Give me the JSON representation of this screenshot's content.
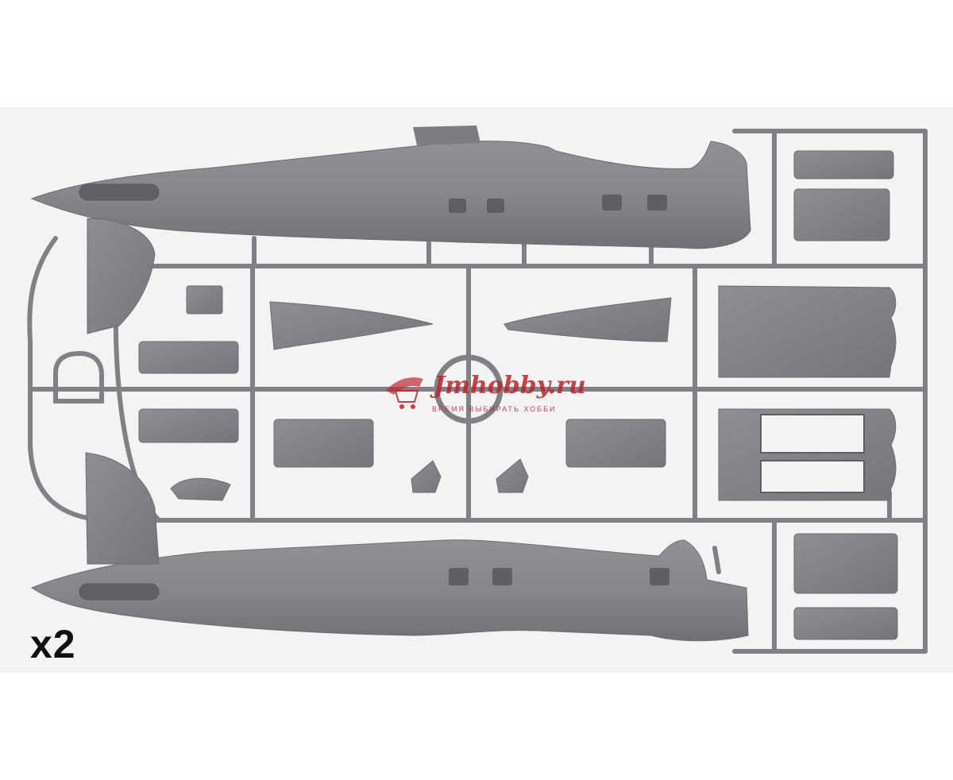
{
  "image": {
    "subject": "plastic-model-sprue",
    "colors": {
      "background": "#ffffff",
      "band": "#f3f3f4",
      "plastic": "#8d8f94",
      "plastic_dark": "#6e7075",
      "plastic_light": "#a4a6ab",
      "watermark": "#c0222b"
    }
  },
  "label": {
    "multiplier": "x2"
  },
  "watermark": {
    "brand": "Jmhobby.ru",
    "tagline": "ВРЕМЯ ВЫБИРАТЬ ХОББИ",
    "icon": "shopping-cart-icon"
  }
}
